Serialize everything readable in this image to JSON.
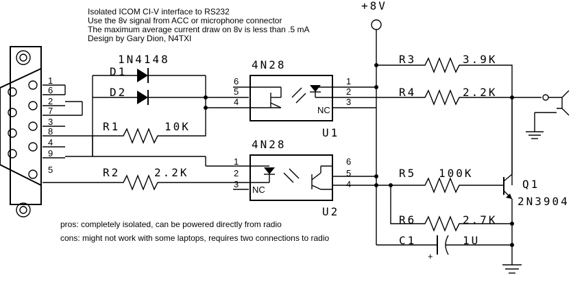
{
  "header": {
    "lines": [
      "Isolated ICOM CI-V interface to RS232",
      "Use the 8v signal from ACC or microphone connector",
      "The maximum average current draw on 8v is less than .5 mA",
      "Design by Gary Dion, N4TXI"
    ]
  },
  "supply_label": "+8V",
  "db9_pins": [
    "1",
    "6",
    "2",
    "7",
    "3",
    "8",
    "4",
    "9",
    "5"
  ],
  "diodes": {
    "part": "1N4148",
    "d1": "D1",
    "d2": "D2"
  },
  "resistors": {
    "r1": {
      "ref": "R1",
      "value": "10K"
    },
    "r2": {
      "ref": "R2",
      "value": "2.2K"
    },
    "r3": {
      "ref": "R3",
      "value": "3.9K"
    },
    "r4": {
      "ref": "R4",
      "value": "2.2K"
    },
    "r5": {
      "ref": "R5",
      "value": "100K"
    },
    "r6": {
      "ref": "R6",
      "value": "2.7K"
    }
  },
  "capacitor": {
    "ref": "C1",
    "value": "1U",
    "polarity": "+"
  },
  "transistor": {
    "ref": "Q1",
    "part": "2N3904"
  },
  "optocouplers": {
    "u1": {
      "part": "4N28",
      "ref": "U1",
      "pins_left": [
        "6",
        "5",
        "4"
      ],
      "pins_right": [
        "1",
        "2",
        "3"
      ],
      "nc": "NC"
    },
    "u2": {
      "part": "4N28",
      "ref": "U2",
      "pins_left": [
        "1",
        "2",
        "3"
      ],
      "pins_right": [
        "6",
        "5",
        "4"
      ],
      "nc": "NC"
    }
  },
  "notes": {
    "pros": "pros: completely isolated, can be powered directly from radio",
    "cons": "cons: might not work with some laptops, requires two connections to radio"
  }
}
